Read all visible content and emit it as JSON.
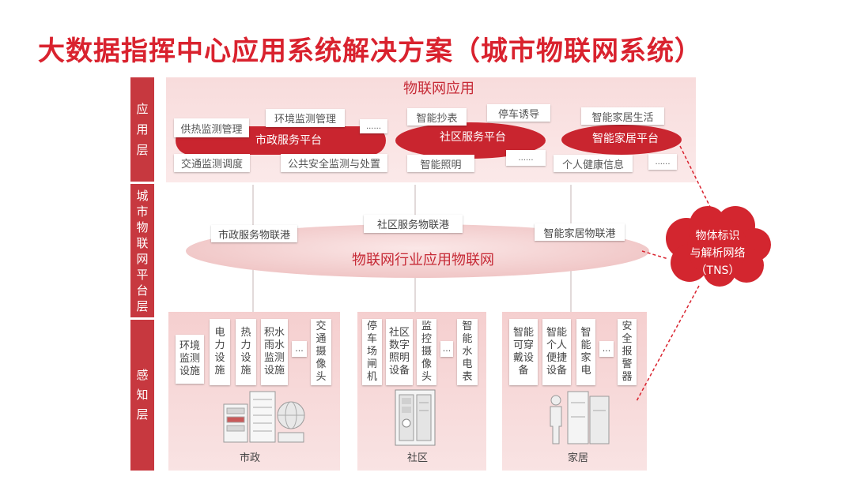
{
  "title": "大数据指挥中心应用系统解决方案（城市物联网系统）",
  "layer_labels": {
    "application": "应用层",
    "platform": "城市物联网平台层",
    "perception": "感知层"
  },
  "application_layer": {
    "title": "物联网应用",
    "municipal": {
      "platform": "市政服务平台",
      "items": [
        "供热监测管理",
        "环境监测管理",
        "......",
        "交通监测调度",
        "公共安全监测与处置"
      ]
    },
    "community": {
      "platform": "社区服务平台",
      "items": [
        "智能抄表",
        "停车诱导",
        "智能照明",
        "......"
      ]
    },
    "smart_home": {
      "platform": "智能家居平台",
      "items": [
        "智能家居生活",
        "个人健康信息",
        "......"
      ]
    }
  },
  "platform_layer": {
    "network": "物联网行业应用物联网",
    "harbors": [
      "市政服务物联港",
      "社区服务物联港",
      "智能家居物联港"
    ]
  },
  "tns_cloud": {
    "lines": [
      "物体标识",
      "与解析网络",
      "（TNS）"
    ]
  },
  "perception_layer": {
    "municipal": {
      "label": "市政",
      "devices": [
        "环境监测设施",
        "电力设施",
        "热力设施",
        "积水雨水监测设施",
        "...",
        "交通摄像头"
      ]
    },
    "community": {
      "label": "社区",
      "devices": [
        "停车场闸机",
        "社区数字照明设备",
        "监控摄像头",
        "...",
        "智能水电表"
      ]
    },
    "home": {
      "label": "家居",
      "devices": [
        "智能可穿戴设备",
        "智能个人便捷设备",
        "智能家电",
        "...",
        "安全报警器"
      ]
    }
  },
  "colors": {
    "accent": "#d9222e",
    "platform_red": "#c9252f",
    "strip_red": "#c7383f",
    "panel_pink": "#f9e1e1"
  }
}
